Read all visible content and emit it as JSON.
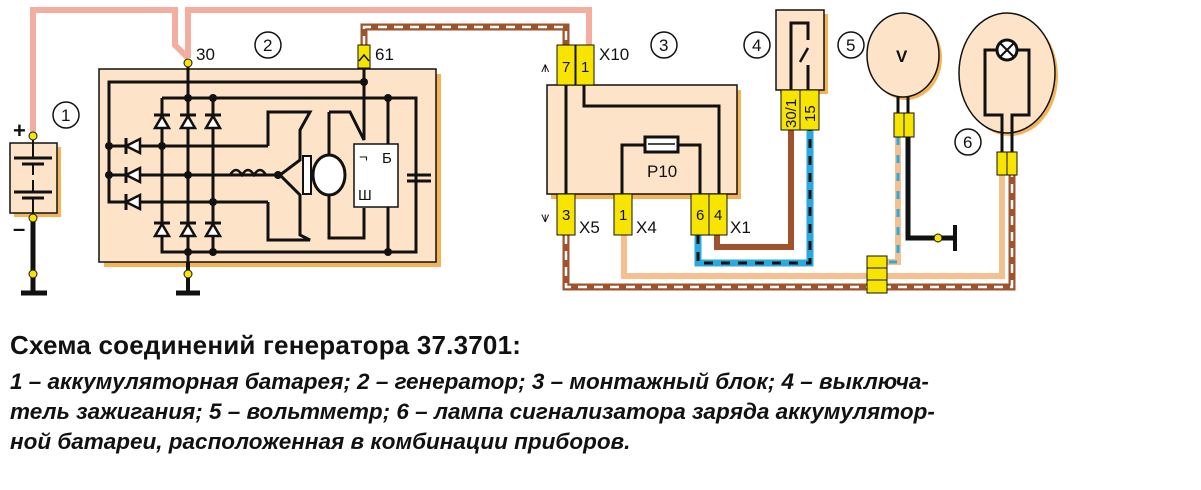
{
  "diagram": {
    "component_numbers": [
      "1",
      "2",
      "3",
      "4",
      "5",
      "6"
    ],
    "battery": {
      "plus": "+",
      "minus": "–"
    },
    "generator": {
      "terminal_30": "30",
      "terminal_61": "61",
      "regulator_b": "Б",
      "regulator_sh": "Ш",
      "regulator_minus": "¬"
    },
    "mounting_block": {
      "x10_label": "X10",
      "x10_pins": [
        "7",
        "1"
      ],
      "x5_label": "X5",
      "x5_pin": "3",
      "x4_label": "X4",
      "x4_pin": "1",
      "x1_label": "X1",
      "x1_pins": [
        "6",
        "4"
      ],
      "fuse_label": "P10"
    },
    "ignition_switch": {
      "pins": [
        "30/1",
        "15"
      ]
    },
    "voltmeter": {
      "symbol": "V"
    },
    "colors": {
      "pink": "#f4aea0",
      "brown": "#a0522d",
      "tan": "#f5bf90",
      "blue": "#2aa8e0",
      "yellow": "#f7e500",
      "fill": "#fde3c8",
      "shadow": "#f5b357"
    }
  },
  "caption": {
    "title": "Схема соединений генератора 37.3701:",
    "line1": "1 – аккумуляторная батарея; 2 – генератор; 3 – монтажный блок; 4 – выключа-",
    "line2": "тель зажигания; 5 – вольтметр; 6 – лампа сигнализатора заряда аккумулятор-",
    "line3": "ной батареи, расположенная в комбинации приборов."
  }
}
